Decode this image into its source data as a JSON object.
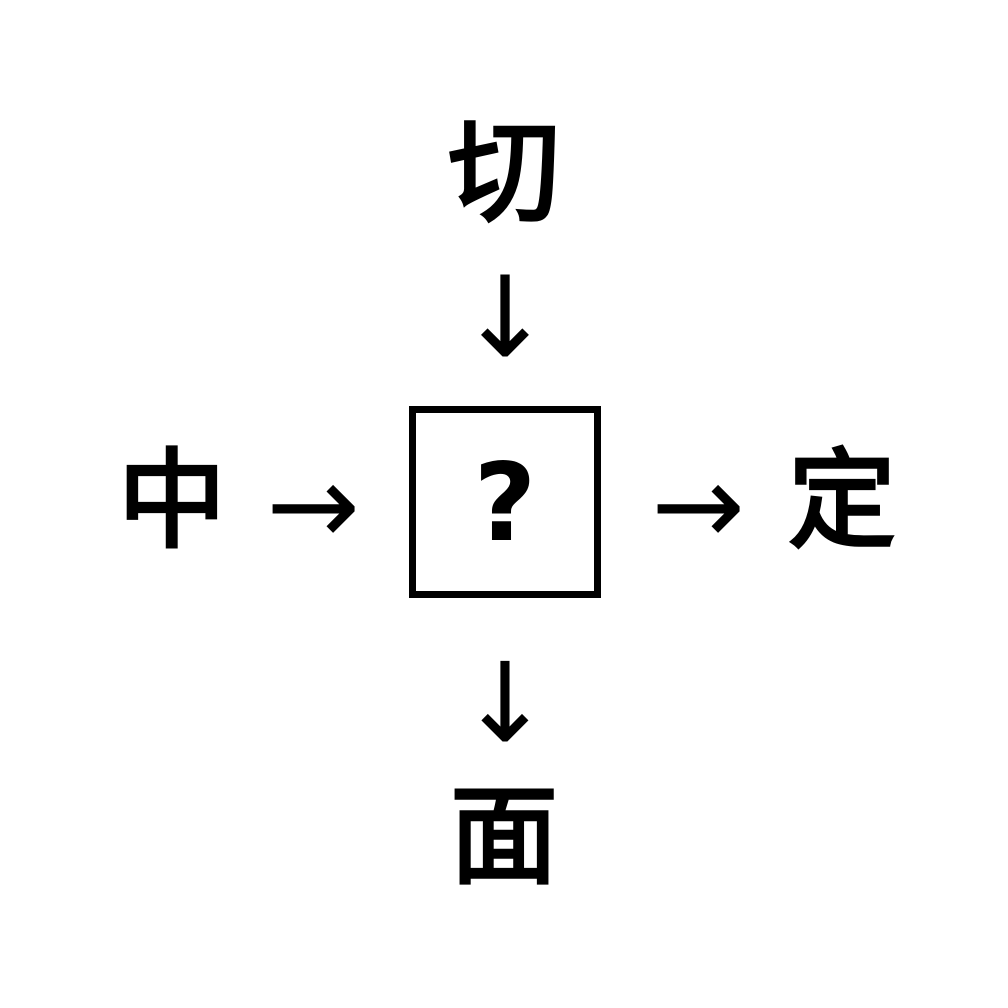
{
  "puzzle": {
    "type": "kanji-compound-association",
    "background_color": "#ffffff",
    "ink_color": "#000000",
    "center": {
      "label": "?",
      "name": "unknown-kanji-placeholder",
      "box_border_color": "#000000"
    },
    "surrounding": {
      "top": {
        "character": "切",
        "arrow": "↓",
        "arrow_direction": "down-toward-center"
      },
      "left": {
        "character": "中",
        "arrow": "→",
        "arrow_direction": "right-toward-center"
      },
      "right": {
        "character": "定",
        "arrow": "→",
        "arrow_direction": "right-away-from-center"
      },
      "bottom": {
        "character": "面",
        "arrow": "↓",
        "arrow_direction": "down-away-from-center"
      }
    }
  }
}
